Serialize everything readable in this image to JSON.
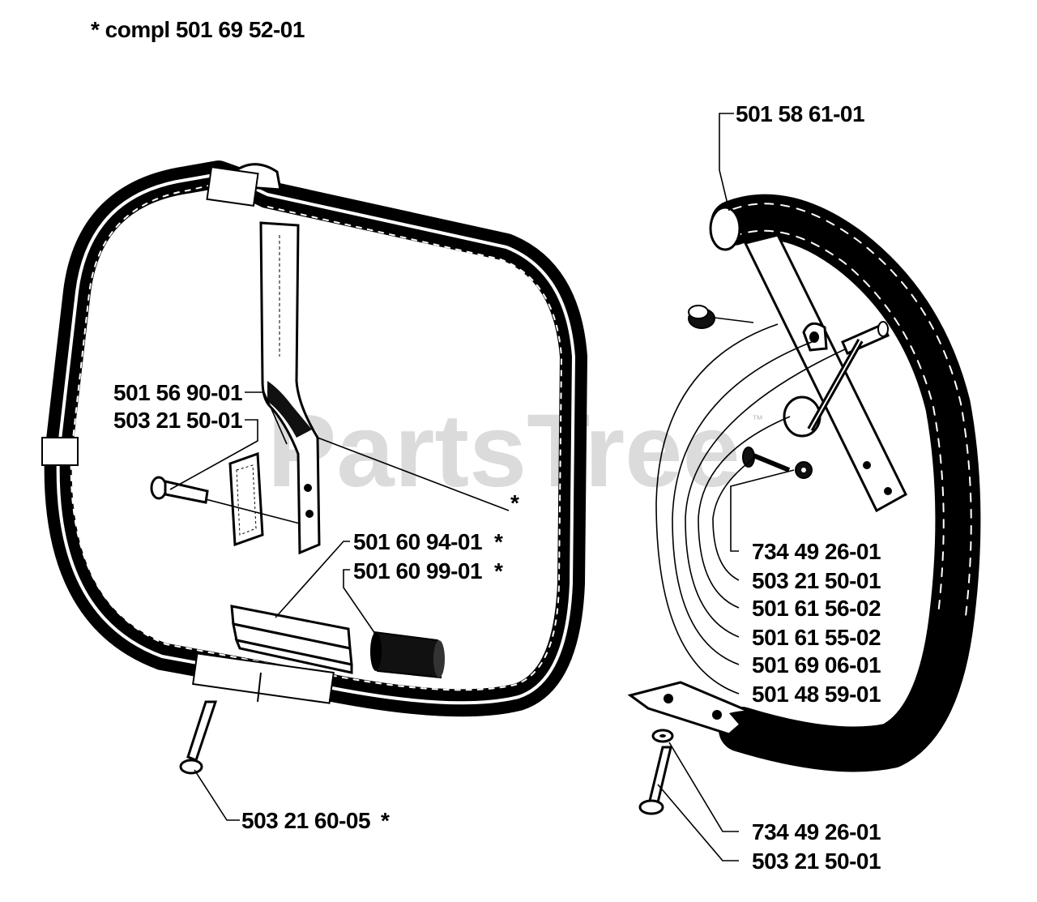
{
  "header": {
    "note": "*  compl 501 69 52-01"
  },
  "watermark": {
    "text": "PartsTree",
    "trademark": "™"
  },
  "left_assembly": {
    "labels": {
      "bracket": "501 56 90-01",
      "bolt_top": "503 21 50-01",
      "asterisk": "*",
      "part_a": "501 60 94-01",
      "part_a_mark": "*",
      "part_b": "501 60 99-01",
      "part_b_mark": "*",
      "bolt_bottom": "503 21 60-05",
      "bolt_bottom_mark": "*"
    }
  },
  "right_assembly": {
    "labels": {
      "handle": "501 58 61-01",
      "r1": "734 49 26-01",
      "r2": "503 21 50-01",
      "r3": "501 61 56-02",
      "r4": "501 61 55-02",
      "r5": "501 69 06-01",
      "r6": "501 48 59-01",
      "r7": "734 49 26-01",
      "r8": "503 21 50-01"
    }
  }
}
